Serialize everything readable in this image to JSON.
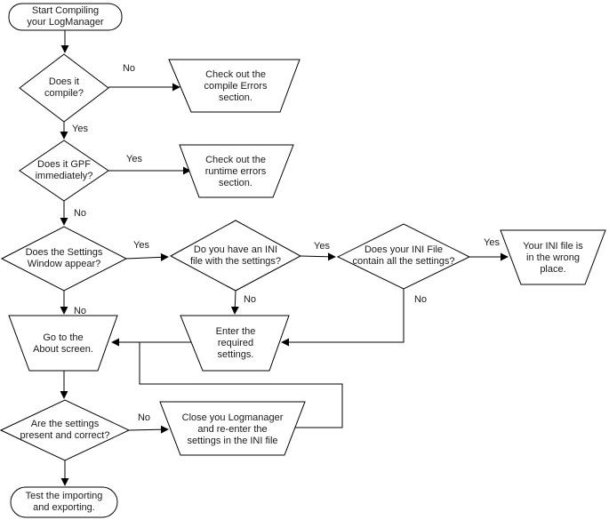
{
  "flowchart": {
    "style": {
      "background": "#ffffff",
      "shape_fill": "#ffffff",
      "stroke": "#000000",
      "text_color": "#1a1a1a"
    },
    "nodes": {
      "start": {
        "type": "terminator",
        "label": "Start Compiling\nyour LogManager"
      },
      "compile_decision": {
        "type": "decision",
        "label": "Does it\ncompile?"
      },
      "compile_errors": {
        "type": "operation",
        "label": "Check out the\ncompile Errors\nsection."
      },
      "gpf_decision": {
        "type": "decision",
        "label": "Does it GPF\nimmediately?"
      },
      "runtime_errors": {
        "type": "operation",
        "label": "Check out the\nruntime errors\nsection."
      },
      "settings_window_decision": {
        "type": "decision",
        "label": "Does the Settings\nWindow appear?"
      },
      "ini_file_decision": {
        "type": "decision",
        "label": "Do you have an INI\nfile with the settings?"
      },
      "ini_contains_decision": {
        "type": "decision",
        "label": "Does your INI File\ncontain all the settings?"
      },
      "ini_wrong_place": {
        "type": "operation",
        "label": "Your INI file is\nin the wrong\nplace."
      },
      "about_screen": {
        "type": "operation",
        "label": "Go to the\nAbout screen."
      },
      "enter_settings": {
        "type": "operation",
        "label": "Enter the\nrequired\nsettings."
      },
      "settings_correct_decision": {
        "type": "decision",
        "label": "Are the settings\npresent and correct?"
      },
      "close_logmanager": {
        "type": "operation",
        "label": "Close you Logmanager\nand re-enter the\nsettings in the INI file"
      },
      "end": {
        "type": "terminator",
        "label": "Test the importing\nand exporting."
      }
    },
    "edge_labels": {
      "compile_no": "No",
      "compile_yes": "Yes",
      "gpf_yes": "Yes",
      "gpf_no": "No",
      "settings_window_yes": "Yes",
      "settings_window_no": "No",
      "ini_file_yes": "Yes",
      "ini_file_no": "No",
      "ini_contains_yes": "Yes",
      "ini_contains_no": "No",
      "settings_correct_no": "No"
    }
  }
}
